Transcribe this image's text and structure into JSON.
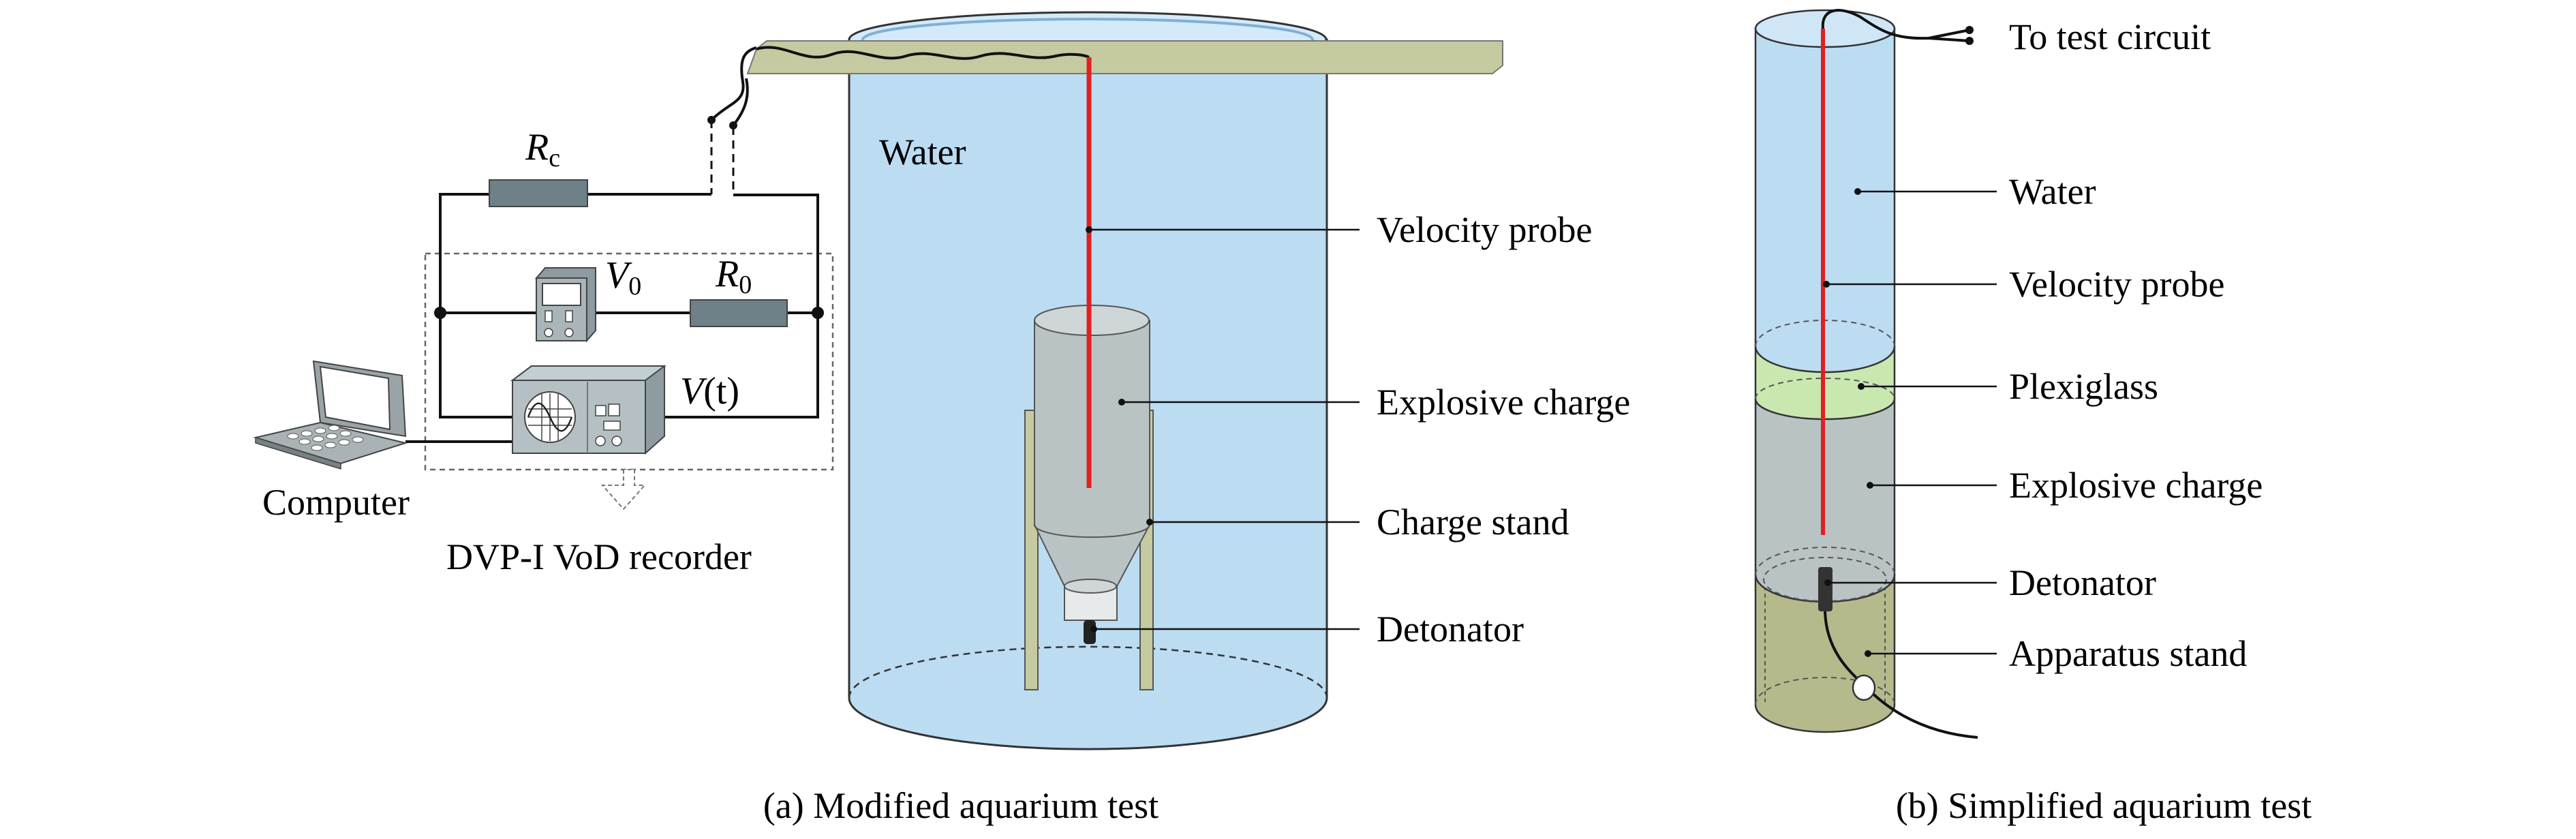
{
  "panel_a": {
    "caption": "(a) Modified aquarium test",
    "labels": {
      "water": "Water",
      "velocity_probe": "Velocity probe",
      "explosive_charge": "Explosive charge",
      "charge_stand": "Charge stand",
      "detonator": "Detonator",
      "computer": "Computer",
      "recorder": "DVP-I VoD recorder"
    },
    "circuit": {
      "rc_main": "R",
      "rc_sub": "c",
      "r0_main": "R",
      "r0_sub": "0",
      "v0_main": "V",
      "v0_sub": "0",
      "vt_main": "V",
      "vt_rest": "(t)"
    }
  },
  "panel_b": {
    "caption": "(b) Simplified aquarium test",
    "labels": {
      "to_test_circuit": "To test circuit",
      "water": "Water",
      "velocity_probe": "Velocity probe",
      "plexiglass": "Plexiglass",
      "explosive_charge": "Explosive charge",
      "detonator": "Detonator",
      "apparatus_stand": "Apparatus stand"
    }
  },
  "colors": {
    "water": "#bcdcf2",
    "plank": "#c6caa0",
    "probe": "#e02020",
    "charge": "#b9c3c4",
    "plexiglass": "#c8e8b0",
    "stand": "#b5b98c",
    "resistor": "#6e8088"
  }
}
